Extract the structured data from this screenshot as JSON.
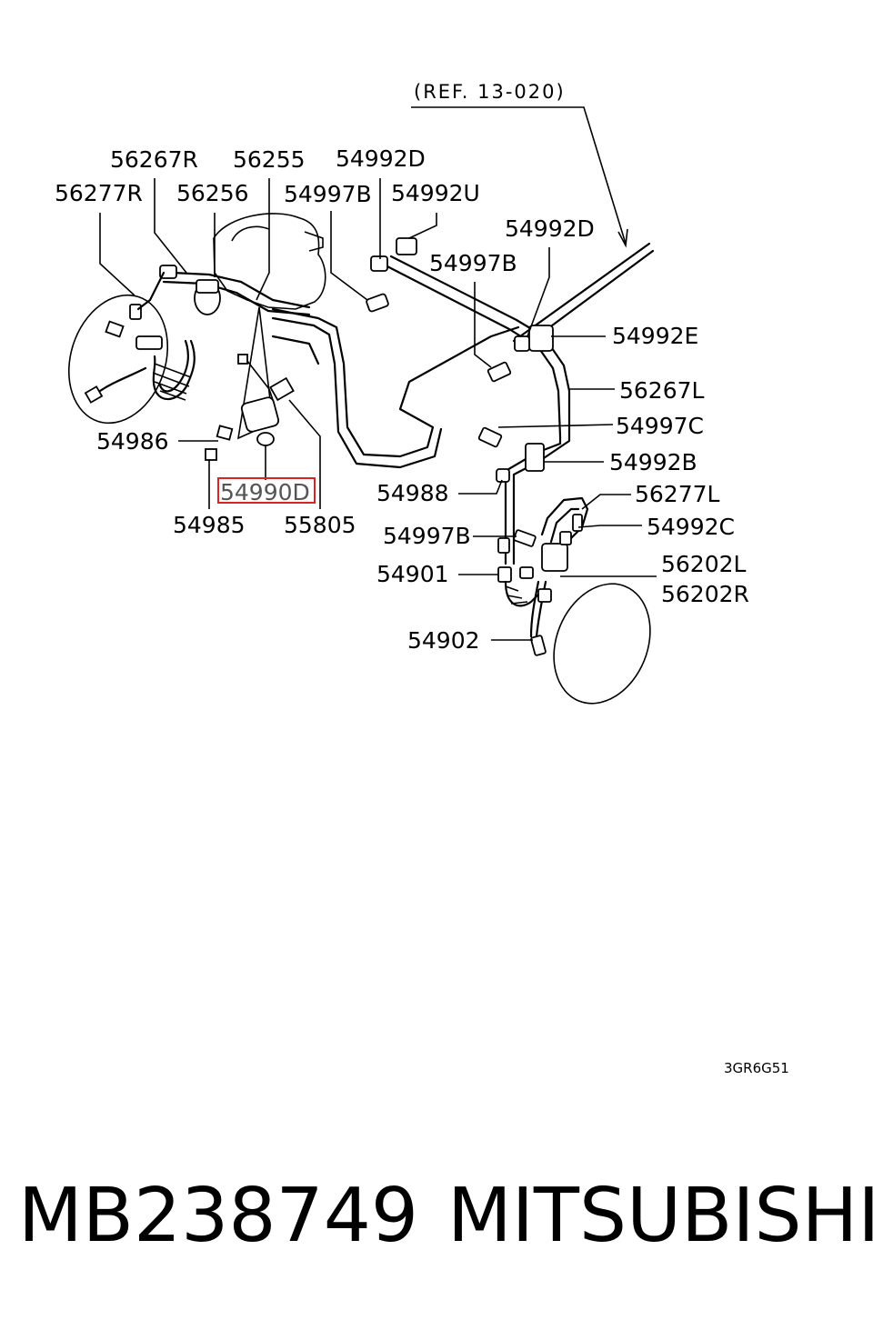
{
  "diagram": {
    "reference": "(REF. 13-020)",
    "drawing_code": "3GR6G51",
    "highlighted_part": "54990D",
    "labels": {
      "l56267R": "56267R",
      "l56255": "56255",
      "l54992D_top": "54992D",
      "l56277R": "56277R",
      "l56256": "56256",
      "l54997B_top": "54997B",
      "l54992U": "54992U",
      "l54992D_right": "54992D",
      "l54997B_mid": "54997B",
      "l54992E": "54992E",
      "l56267L": "56267L",
      "l54997C": "54997C",
      "l54986": "54986",
      "l54992B": "54992B",
      "l54990D": "54990D",
      "l54988": "54988",
      "l56277L": "56277L",
      "l54985": "54985",
      "l55805": "55805",
      "l54997B_low": "54997B",
      "l54992C": "54992C",
      "l54901": "54901",
      "l56202L": "56202L",
      "l56202R": "56202R",
      "l54902": "54902"
    }
  },
  "footer": {
    "part_number": "MB238749",
    "brand": "MITSUBISHI"
  }
}
